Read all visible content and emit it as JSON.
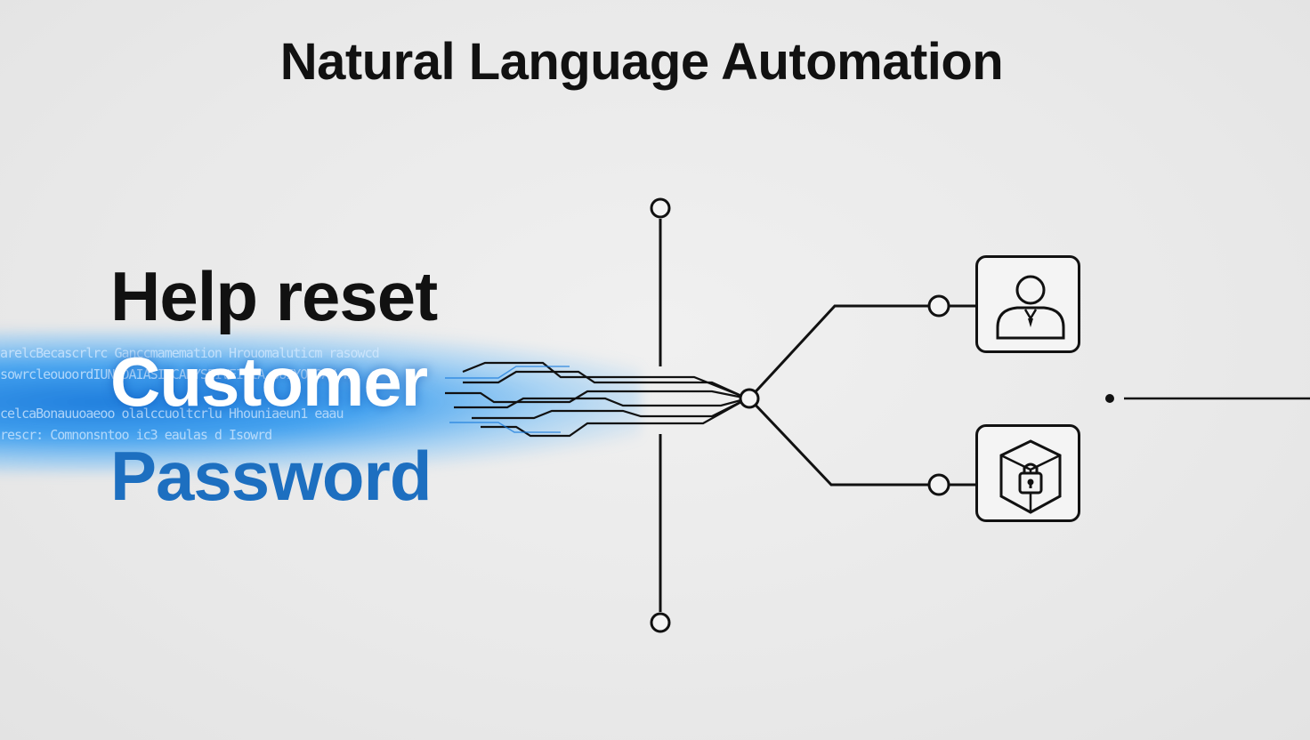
{
  "title": "Natural Language Automation",
  "prompt": {
    "line1": "Help reset",
    "line2": "Customer",
    "line3": "Password"
  },
  "noise_text": [
    "arelcBecascrlrc Ganccmamemation Hrouomaluticm rasowcd",
    "sowrcleouoordIUNODAIASIOCARYSEIVEIIIA SUIYOROAN WA",
    "celcaBonauuoaeoo olalccuoltcrlu Hhouniaeun1 eaau",
    "rescr: Comnonsntoo ic3 eaulas d Isowrd"
  ],
  "nodes": [
    {
      "icon": "user-icon"
    },
    {
      "icon": "lock-box-icon"
    }
  ],
  "colors": {
    "accent_blue": "#1d6fc0",
    "glow_blue": "#1478dc",
    "line": "#111111",
    "background": "#ebebeb"
  }
}
